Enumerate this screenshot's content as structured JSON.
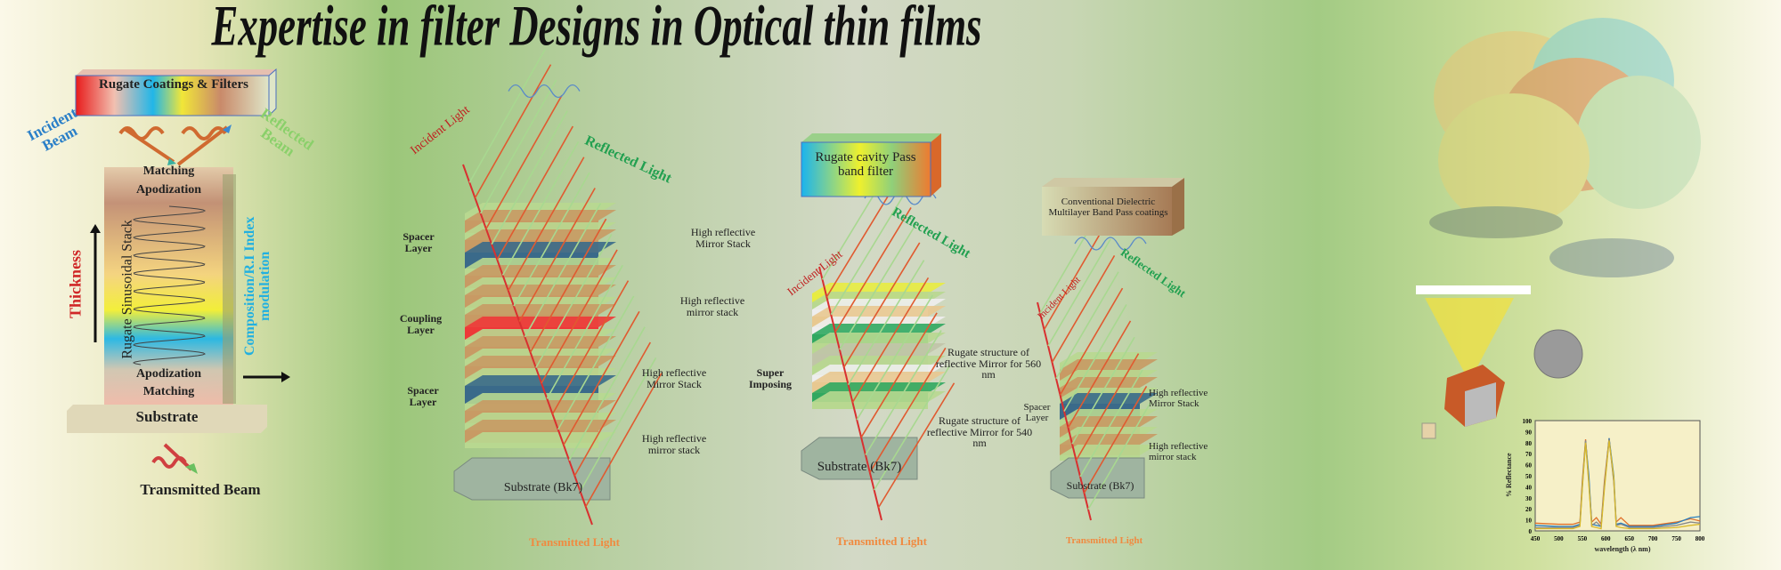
{
  "title": "Expertise in filter Designs in Optical thin films",
  "left_panel": {
    "box_label": "Rugate Coatings & Filters",
    "incident": "Incident Beam",
    "reflected": "Reflected Beam",
    "matching_top": "Matching",
    "apodization_top": "Apodization",
    "stack_label": "Rugate Sinusoidal Stack",
    "apodization_bottom": "Apodization",
    "matching_bottom": "Matching",
    "substrate": "Substrate",
    "transmitted": "Transmitted Beam",
    "thickness": "Thickness",
    "composition": "Composition/R.I Index modulation"
  },
  "diagram1": {
    "incident": "Incident Light",
    "reflected": "Reflected Light",
    "spacer1": "Spacer Layer",
    "coupling": "Coupling Layer",
    "spacer2": "Spacer Layer",
    "hr1": "High reflective Mirror Stack",
    "hr2": "High reflective mirror stack",
    "hr3": "High reflective Mirror Stack",
    "hr4": "High reflective mirror stack",
    "substrate": "Substrate  (Bk7)",
    "transmitted": "Transmitted Light"
  },
  "diagram2": {
    "box_label": "Rugate cavity Pass band filter",
    "incident": "Incident Light",
    "reflected": "Reflected Light",
    "super": "Super Imposing",
    "rugate560": "Rugate structure of reflective Mirror for 560 nm",
    "rugate540": "Rugate structure of reflective Mirror for 540 nm",
    "substrate": "Substrate  (Bk7)",
    "transmitted": "Transmitted Light"
  },
  "diagram3": {
    "box_label": "Conventional Dielectric Multilayer  Band Pass coatings",
    "incident": "Incident Light",
    "reflected": "Reflected Light",
    "spacer": "Spacer Layer",
    "hr1": "High reflective Mirror Stack",
    "hr2": "High reflective mirror stack",
    "substrate": "Substrate (Bk7)",
    "transmitted": "Transmitted Light"
  },
  "chart_data": {
    "type": "line",
    "xlabel": "wavelength (λ nm)",
    "ylabel": "% Reflectance",
    "xlim": [
      450,
      800
    ],
    "ylim": [
      0,
      100
    ],
    "xticks": [
      450,
      500,
      550,
      600,
      650,
      700,
      750,
      800
    ],
    "yticks": [
      0,
      10,
      20,
      30,
      40,
      50,
      60,
      70,
      80,
      90,
      100
    ],
    "x": [
      450,
      500,
      530,
      545,
      550,
      557,
      564,
      570,
      580,
      590,
      597,
      607,
      617,
      622,
      632,
      650,
      700,
      750,
      780,
      800
    ],
    "series": [
      {
        "color": "#e0702a",
        "values": [
          7,
          6,
          6,
          8,
          45,
          83,
          45,
          8,
          12,
          6,
          45,
          84,
          45,
          8,
          12,
          5,
          5,
          8,
          11,
          9
        ]
      },
      {
        "color": "#2a7fc0",
        "values": [
          5,
          4,
          4,
          6,
          40,
          81,
          50,
          6,
          5,
          4,
          40,
          84,
          50,
          6,
          7,
          4,
          4,
          7,
          12,
          13
        ]
      },
      {
        "color": "#888888",
        "values": [
          3,
          3,
          3,
          5,
          42,
          82,
          44,
          5,
          8,
          4,
          42,
          83,
          44,
          5,
          6,
          3,
          3,
          5,
          8,
          7
        ]
      },
      {
        "color": "#d8b82a",
        "values": [
          2,
          2,
          2,
          4,
          38,
          80,
          42,
          4,
          3,
          2,
          38,
          82,
          48,
          4,
          3,
          2,
          2,
          3,
          5,
          6
        ]
      }
    ]
  }
}
